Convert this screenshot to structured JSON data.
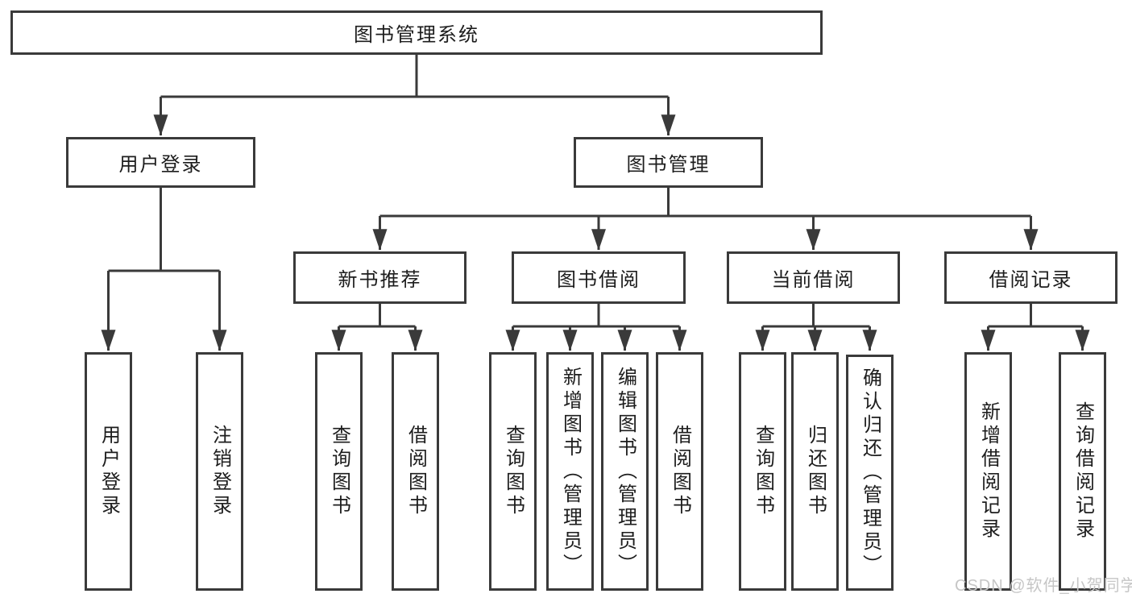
{
  "root": {
    "label": "图书管理系统"
  },
  "level1": {
    "user_login": {
      "label": "用户登录"
    },
    "book_mgmt": {
      "label": "图书管理"
    }
  },
  "level2": {
    "new_books": {
      "label": "新书推荐"
    },
    "book_borrow": {
      "label": "图书借阅"
    },
    "current_borrow": {
      "label": "当前借阅"
    },
    "borrow_records": {
      "label": "借阅记录"
    }
  },
  "leaves": {
    "user_login": {
      "label": "用户登录"
    },
    "logout": {
      "label": "注销登录"
    },
    "nb_query": {
      "label": "查询图书"
    },
    "nb_borrow": {
      "label": "借阅图书"
    },
    "bb_query": {
      "label": "查询图书"
    },
    "bb_add": {
      "label": "新增图书（管理员）"
    },
    "bb_edit": {
      "label": "编辑图书（管理员）"
    },
    "bb_borrow": {
      "label": "借阅图书"
    },
    "cb_query": {
      "label": "查询图书"
    },
    "cb_return": {
      "label": "归还图书"
    },
    "cb_confirm": {
      "label": "确认归还（管理员）"
    },
    "br_add": {
      "label": "新增借阅记录"
    },
    "br_query": {
      "label": "查询借阅记录"
    }
  },
  "watermark": {
    "text": "CSDN @软件_小贺同学"
  },
  "colors": {
    "line": "#3a3a3a",
    "box_border": "#3a3a3a",
    "text": "#1d1d1d",
    "watermark": "#c6c6c6",
    "background": "#ffffff"
  }
}
